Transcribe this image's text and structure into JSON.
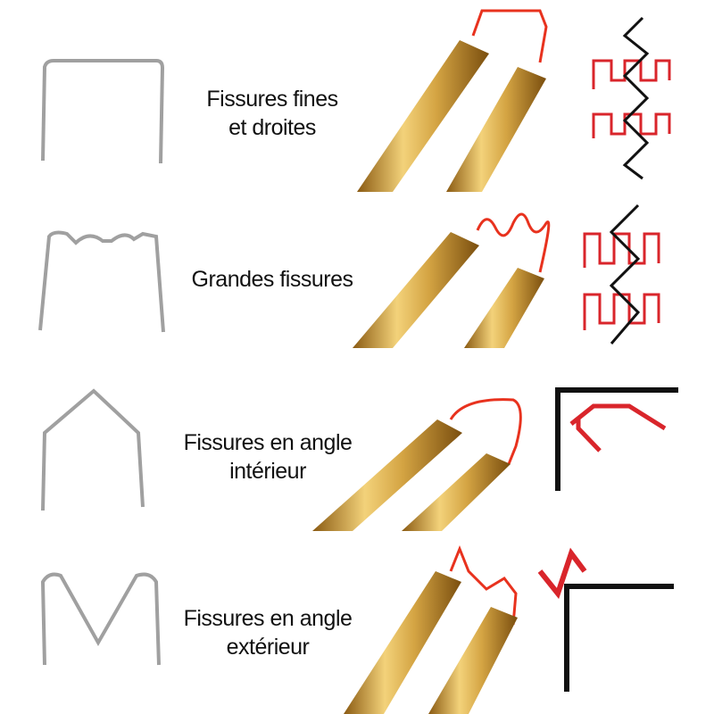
{
  "rows": [
    {
      "line1": "Fissures fines",
      "line2": "et droites"
    },
    {
      "line1": "Grandes fissures",
      "line2": ""
    },
    {
      "line1": "Fissures en angle",
      "line2": "intérieur"
    },
    {
      "line1": "Fissures en angle",
      "line2": "extérieur"
    }
  ],
  "colors": {
    "wire": "#e8321e",
    "staple": "#9a9a9a",
    "gold": "#c8962e",
    "pattern_red": "#d9252b",
    "pattern_black": "#111111"
  }
}
